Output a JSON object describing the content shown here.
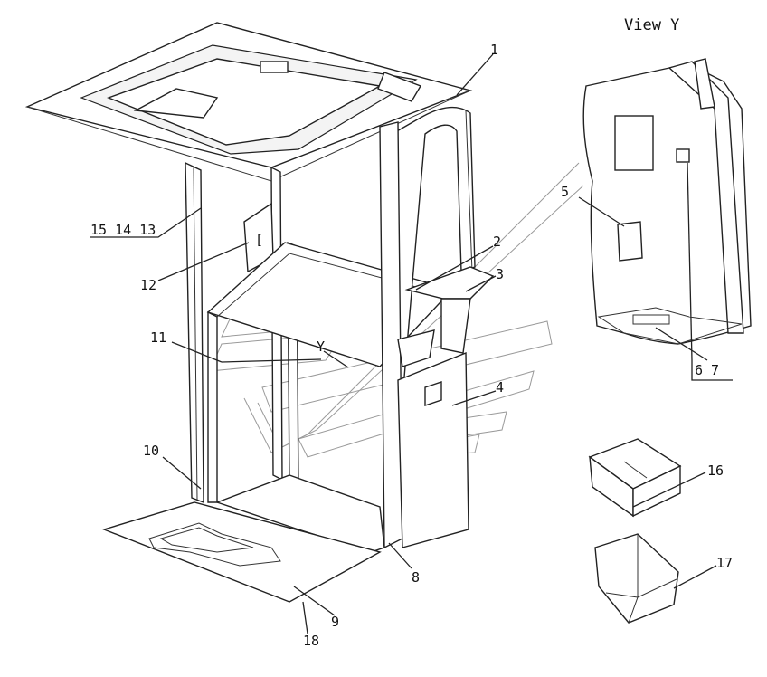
{
  "view_title": "View Y",
  "section_marker": "Y",
  "callouts": {
    "c1": "1",
    "c2": "2",
    "c3": "3",
    "c4": "4",
    "c5": "5",
    "c6_7": "6 7",
    "c8": "8",
    "c9": "9",
    "c10": "10",
    "c11": "11",
    "c12": "12",
    "c13_15": "15 14 13",
    "c16": "16",
    "c17": "17",
    "c18": "18"
  }
}
